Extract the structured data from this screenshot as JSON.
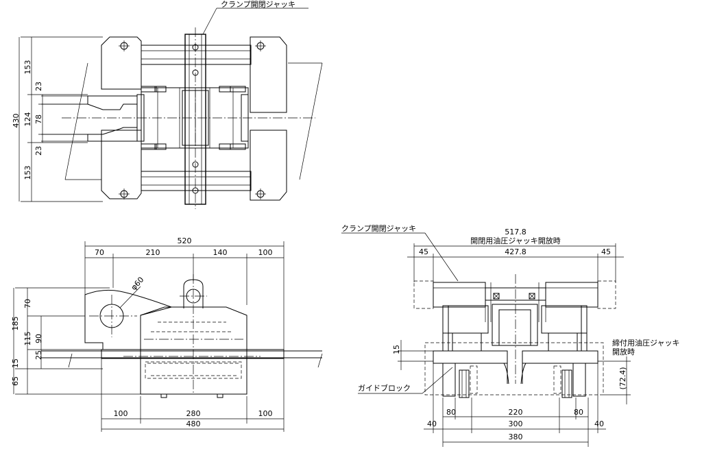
{
  "top_view": {
    "label_clamp_jack": "クランプ開閉ジャッキ",
    "dims": {
      "d430": "430",
      "d153a": "153",
      "d153b": "153",
      "d124": "124",
      "d23a": "23",
      "d23b": "23",
      "d78": "78"
    }
  },
  "front_view": {
    "dims": {
      "d520": "520",
      "d70": "70",
      "d210": "210",
      "d140": "140",
      "d100a": "100",
      "d100b": "100",
      "d280": "280",
      "d100c": "100",
      "d480": "480",
      "d185": "185",
      "d70v": "70",
      "d90": "90",
      "d115": "115",
      "d25": "25",
      "d15": "15",
      "d65": "65",
      "phi60": "φ60"
    }
  },
  "side_view": {
    "label_clamp_jack": "クランプ開閉ジャッキ",
    "label_517": "517.8",
    "label_open_jack": "開閉用油圧ジャッキ開放時",
    "label_tighten_jack_1": "締付用油圧ジャッキ",
    "label_tighten_jack_2": "開放時",
    "label_guide_block": "ガイドブロック",
    "dims": {
      "d45a": "45",
      "d4278": "427.8",
      "d45b": "45",
      "d15": "15",
      "d724": "(72.4)",
      "d80a": "80",
      "d220": "220",
      "d80b": "80",
      "d300": "300",
      "d40a": "40",
      "d40b": "40",
      "d380": "380"
    }
  }
}
